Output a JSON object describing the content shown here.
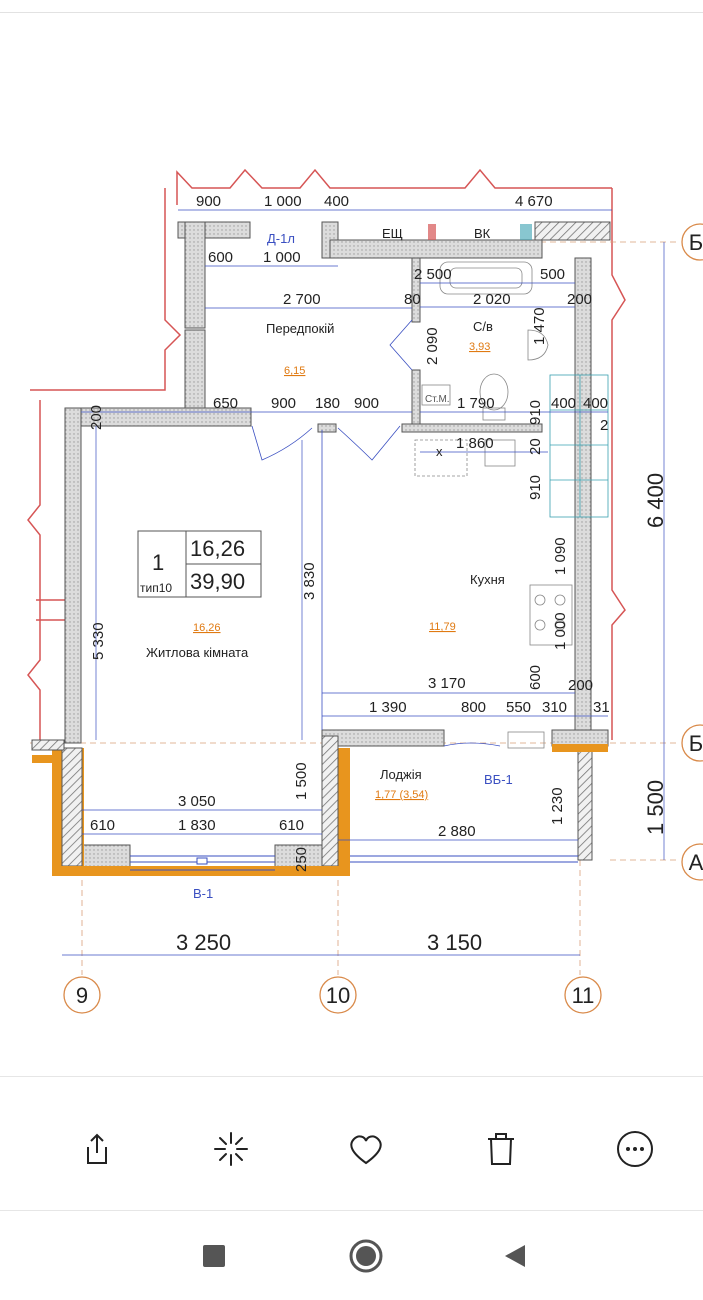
{
  "plan": {
    "apartment_no": "1",
    "type_label": "тип10",
    "living_area": "16,26",
    "total_area": "39,90",
    "rooms": {
      "hall_name": "Передпокій",
      "hall_area": "6,15",
      "bath_name": "С/в",
      "bath_area": "3,93",
      "kitchen_name": "Кухня",
      "kitchen_area": "11,79",
      "living_name": "Житлова кімната",
      "living_area": "16,26",
      "loggia_name": "Лоджія",
      "loggia_area": "1,77 (3,54)"
    },
    "labels": {
      "door_d1l": "Д-1л",
      "eshch": "ЕЩ",
      "vk": "ВК",
      "stm": "Ст.М.",
      "x_mark": "х",
      "vb1": "ВБ-1",
      "v1": "В-1"
    },
    "dims": {
      "d900a": "900",
      "d1000a": "1 000",
      "d400a": "400",
      "d4670": "4 670",
      "d600a": "600",
      "d1000b": "1 000",
      "d2700": "2 700",
      "d80": "80",
      "d2500": "2 500",
      "d500": "500",
      "d2020": "2 020",
      "d200a": "200",
      "d2090": "2 090",
      "d1470": "1 470",
      "d650": "650",
      "d900b": "900",
      "d180": "180",
      "d900c": "900",
      "d1790": "1 790",
      "d910a": "910",
      "d400b": "400",
      "d400c": "400",
      "d2": "2",
      "d200b": "200",
      "d1860": "1 860",
      "d20": "20",
      "d910b": "910",
      "d6400": "6 400",
      "d1090": "1 090",
      "d3830": "3 830",
      "d5330": "5 330",
      "d1000c": "1 000",
      "d600b": "600",
      "d3170": "3 170",
      "d200c": "200",
      "d1390": "1 390",
      "d800": "800",
      "d550": "550",
      "d310a": "310",
      "d31": "31",
      "d1500a": "1 500",
      "d3050": "3 050",
      "d610a": "610",
      "d1830": "1 830",
      "d610b": "610",
      "d250": "250",
      "d1230": "1 230",
      "d2880": "2 880",
      "d1500b": "1 500",
      "d3250": "3 250",
      "d3150": "3 150"
    },
    "axes": {
      "a9": "9",
      "a10": "10",
      "a11": "11",
      "aB1": "Б",
      "aB2": "Б",
      "aA": "А"
    }
  },
  "toolbar": {
    "share_icon": "share-icon",
    "enhance_icon": "magic-enhance-icon",
    "favorite_icon": "heart-icon",
    "delete_icon": "trash-icon",
    "more_icon": "more-options-icon"
  },
  "navbar": {
    "recents_icon": "recents-square-icon",
    "home_icon": "home-circle-icon",
    "back_icon": "back-triangle-icon"
  },
  "colors": {
    "wall_fill": "#d9d9d9",
    "dim_blue": "#3a4fc1",
    "area_orange": "#e07a12",
    "axis_orange": "#d98a4a",
    "loggia_orange": "#e8951e",
    "boundary_red": "#d65555",
    "teal": "#39a0b0"
  }
}
